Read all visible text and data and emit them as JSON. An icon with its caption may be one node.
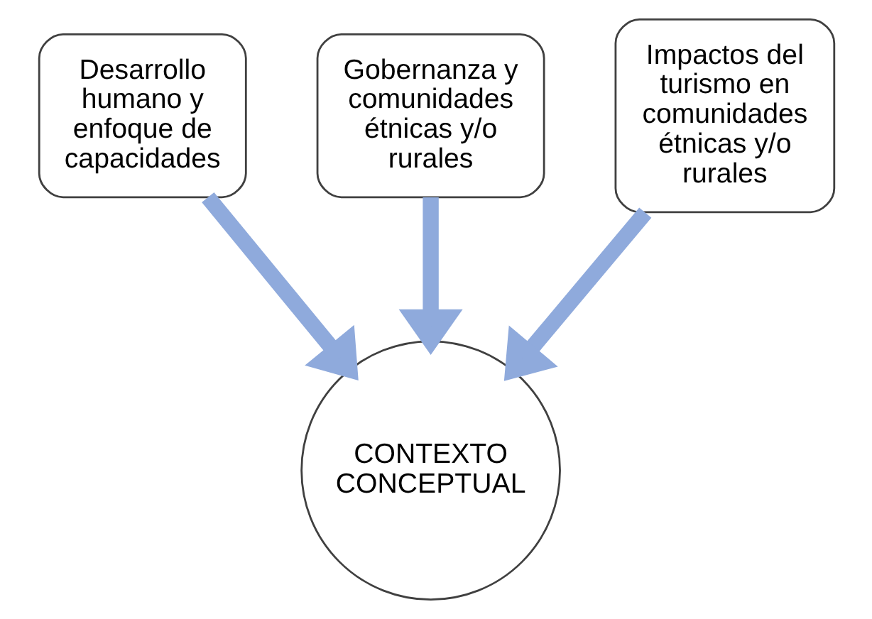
{
  "diagram": {
    "nodes": [
      {
        "text": [
          "Desarrollo humano y enfoque de capacidades"
        ]
      },
      {
        "text": [
          "Gobernanza y comunidades étnicas y/o rurales"
        ]
      },
      {
        "text": [
          "Impactos del turismo en comunidades étnicas y/o rurales"
        ]
      },
      {
        "text": [
          "CONTEXTO CONCEPTUAL"
        ]
      }
    ],
    "edges": [
      {
        "from": 0,
        "to": 3,
        "arrow": "to"
      },
      {
        "from": 1,
        "to": 3,
        "arrow": "to"
      },
      {
        "from": 2,
        "to": 3,
        "arrow": "to"
      }
    ]
  }
}
